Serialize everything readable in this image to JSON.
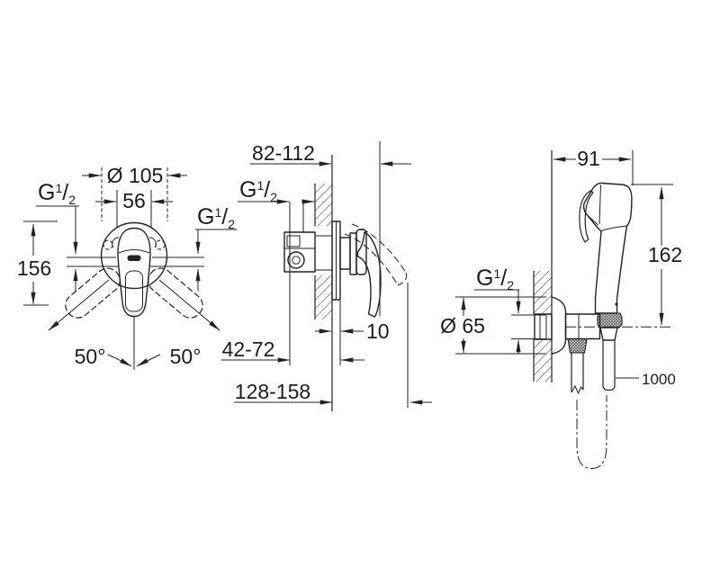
{
  "page": {
    "background_color": "#ffffff",
    "ink_color": "#222222"
  },
  "drawing": {
    "thread_size": {
      "prefix": "G",
      "numerator": "1",
      "slash": "/",
      "denominator": "2"
    },
    "front_view": {
      "escutcheon_diameter": "Ø 105",
      "handle_width": "56",
      "overall_height": "156",
      "swing_angle_left": "50°",
      "swing_angle_right": "50°"
    },
    "side_view": {
      "installation_depth_range": "82-112",
      "escutcheon_thickness": "10",
      "connection_depth_range": "42-72",
      "overall_depth_range": "128-158"
    },
    "hand_shower_view": {
      "holder_depth": "91",
      "hand_shower_height": "162",
      "rosette_diameter": "Ø 65",
      "hose_length": "1000"
    }
  }
}
